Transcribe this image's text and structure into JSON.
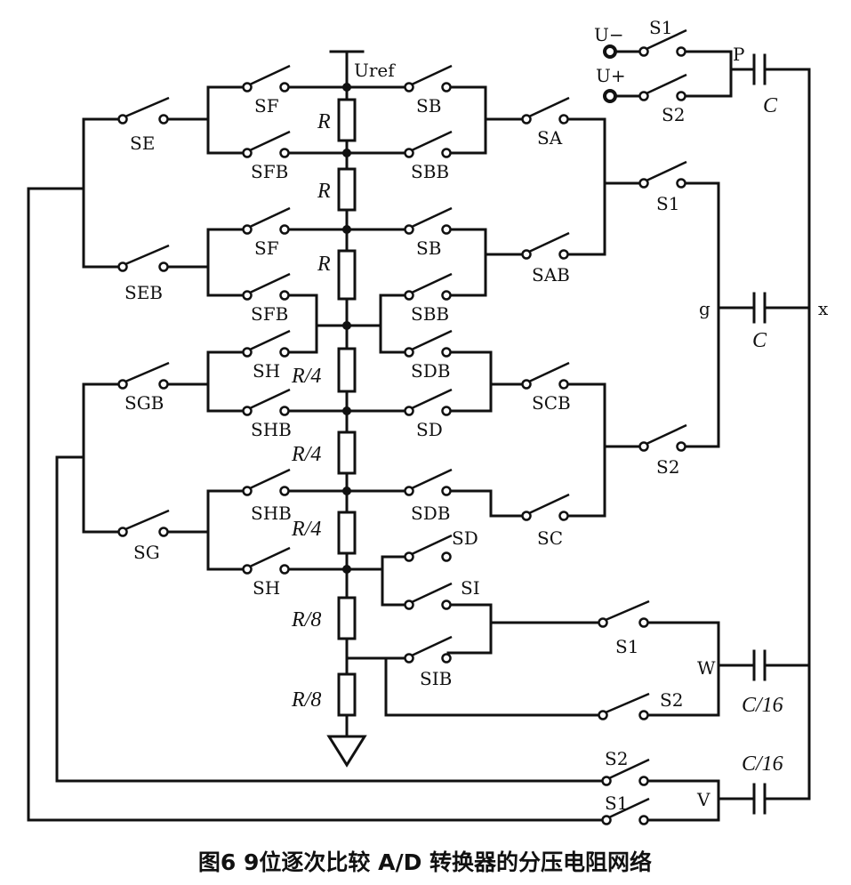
{
  "figure": {
    "caption": "图6  9位逐次比较 A/D 转换器的分压电阻网络",
    "supply_labels": {
      "reference": "Uref",
      "negative": "U−",
      "positive": "U+"
    },
    "node_labels": {
      "p": "P",
      "g": "g",
      "x": "x",
      "w": "W",
      "v": "V"
    },
    "resistors": [
      "R",
      "R",
      "R",
      "R/4",
      "R/4",
      "R/4",
      "R/8",
      "R/8"
    ],
    "capacitors": [
      "C",
      "C",
      "C/16",
      "C/16"
    ],
    "switches": {
      "top_s1": "S1",
      "top_s2": "S2",
      "se": "SE",
      "seb": "SEB",
      "sf1": "SF",
      "sfb1": "SFB",
      "sf2": "SF",
      "sfb2": "SFB",
      "sb1": "SB",
      "sbb1": "SBB",
      "sb2": "SB",
      "sbb2": "SBB",
      "sa": "SA",
      "sab": "SAB",
      "mid_s1": "S1",
      "mid_s2": "S2",
      "sgb": "SGB",
      "sg": "SG",
      "sh1": "SH",
      "shb1": "SHB",
      "shb2": "SHB",
      "sh2": "SH",
      "sdb1": "SDB",
      "sd1": "SD",
      "sdb2": "SDB",
      "sd2": "SD",
      "scb": "SCB",
      "sc": "SC",
      "si": "SI",
      "sib": "SIB",
      "w_s1": "S1",
      "w_s2": "S2",
      "v_s2": "S2",
      "v_s1": "S1"
    }
  }
}
